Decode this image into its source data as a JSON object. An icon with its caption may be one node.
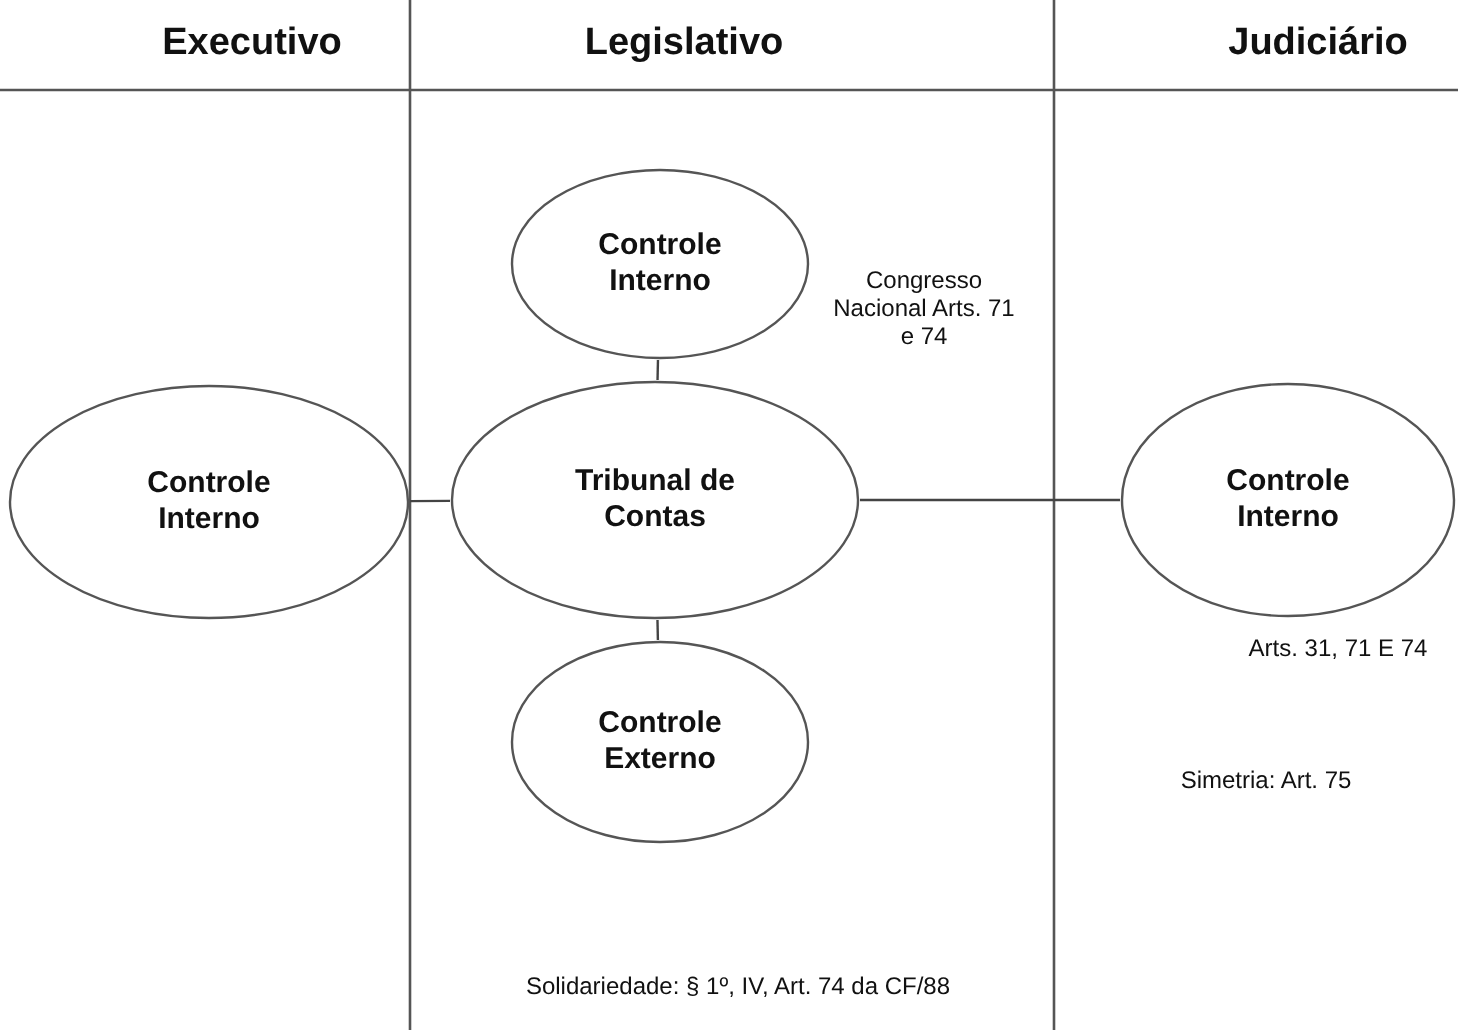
{
  "diagram": {
    "nodes": [
      {
        "text": [
          "Controle Interno"
        ]
      },
      {
        "text": [
          "Controle Interno"
        ]
      },
      {
        "text": [
          "Tribunal de Contas"
        ]
      },
      {
        "text": [
          "Controle Interno"
        ]
      },
      {
        "text": [
          "Controle Externo"
        ]
      }
    ],
    "edges": [
      {
        "from": 1,
        "to": 2,
        "arrow": "none"
      },
      {
        "from": 0,
        "to": 2,
        "arrow": "none"
      },
      {
        "from": 2,
        "to": 3,
        "arrow": "none"
      },
      {
        "from": 2,
        "to": 4,
        "arrow": "none"
      }
    ],
    "labels": [
      "Executivo",
      "Legislativo",
      "Judiciário",
      "Congresso Nacional Arts. 71 e 74",
      "Arts. 31, 71 E 74",
      "Simetria: Art. 75",
      "Solidariedade: § 1º, IV, Art. 74 da CF/88"
    ]
  }
}
